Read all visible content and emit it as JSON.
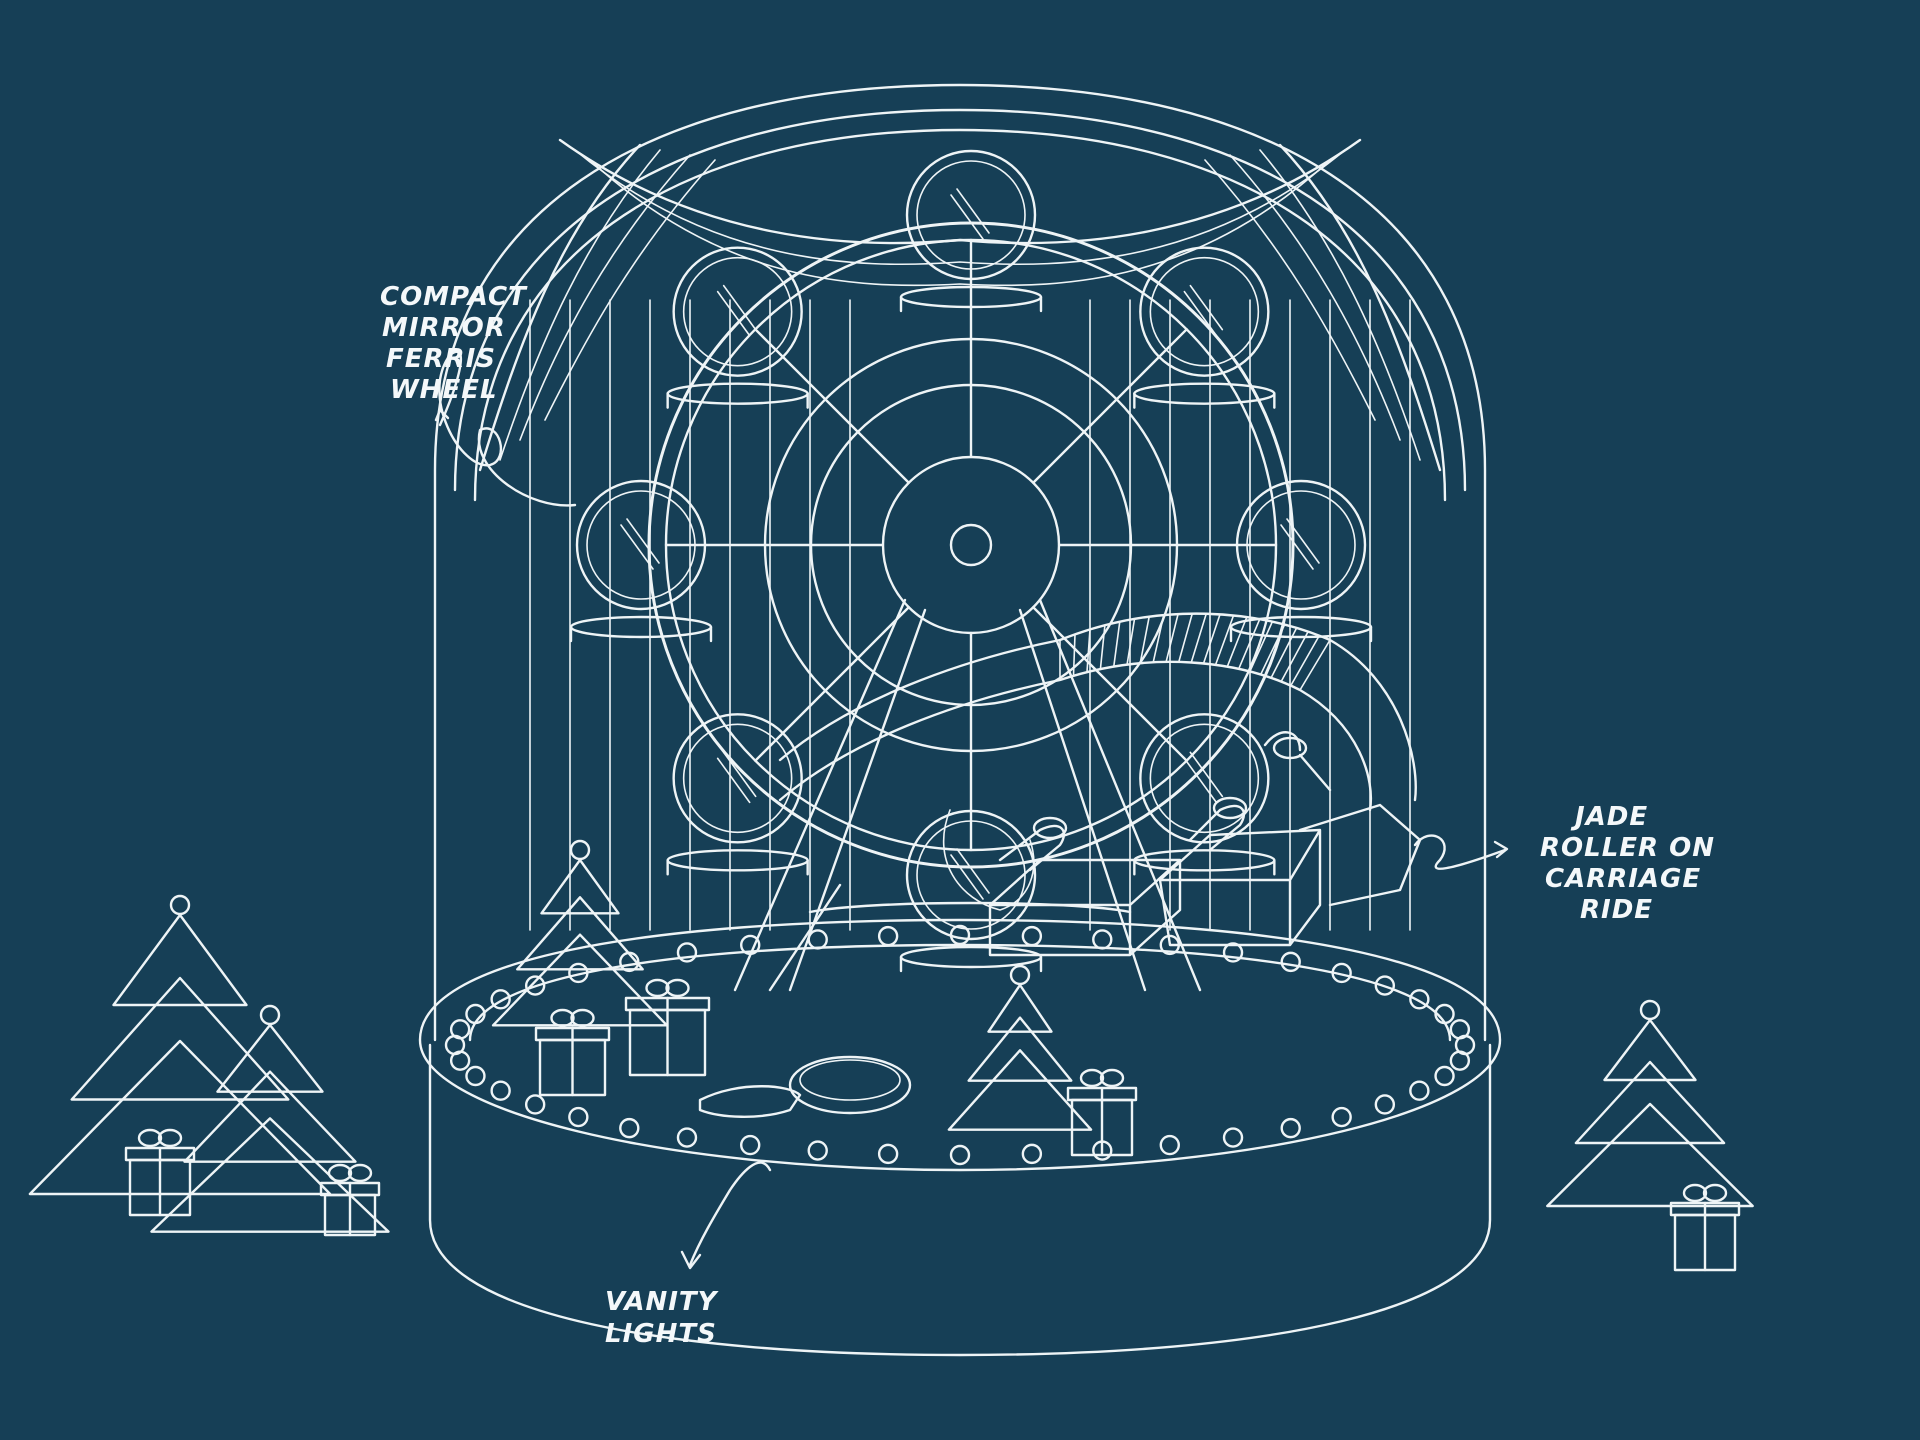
{
  "palette": {
    "background": "#163f56",
    "line": "#eef4f6"
  },
  "annotations": [
    {
      "id": "ferris",
      "lines": [
        "COMPACT",
        "MIRROR",
        "FERRIS",
        "WHEEL"
      ]
    },
    {
      "id": "jade",
      "lines": [
        "JADE",
        "ROLLER ON",
        "CARRIAGE",
        "RIDE"
      ]
    },
    {
      "id": "vanity",
      "lines": [
        "VANITY",
        "LIGHTS"
      ]
    }
  ]
}
